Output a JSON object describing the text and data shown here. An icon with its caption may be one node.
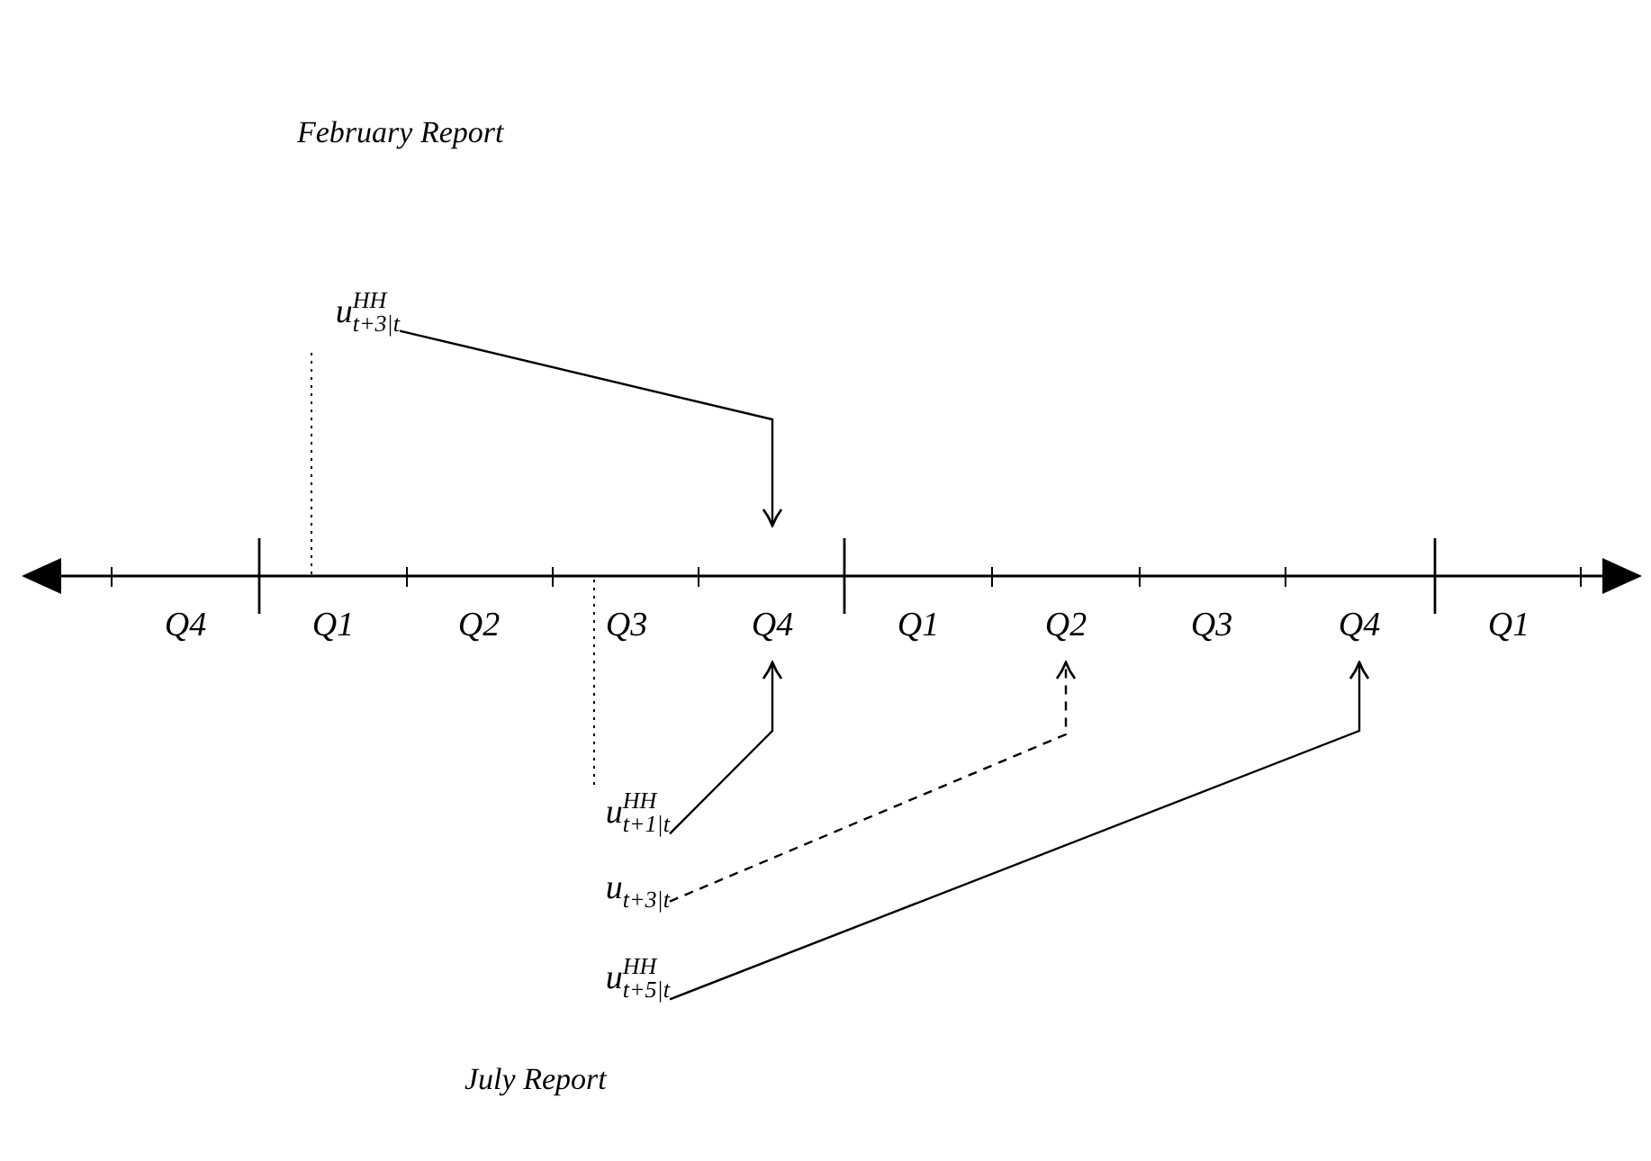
{
  "diagram": {
    "nodes": [
      {
        "text": [
          "u$^{HH}$$_{t+3|t}$"
        ]
      },
      {
        "text": [
          "Q4"
        ]
      },
      {
        "text": [
          "Q1"
        ]
      },
      {
        "text": [
          "Q2"
        ]
      },
      {
        "text": [
          "Q3"
        ]
      },
      {
        "text": [
          "Q4"
        ]
      },
      {
        "text": [
          "Q1"
        ]
      },
      {
        "text": [
          "Q2"
        ]
      },
      {
        "text": [
          "Q3"
        ]
      },
      {
        "text": [
          "Q4"
        ]
      },
      {
        "text": [
          "Q1"
        ]
      },
      {
        "text": [
          "u$^{HH}$$_{t+1|t}$"
        ]
      },
      {
        "text": [
          "u$_{t+3|t}$"
        ]
      },
      {
        "text": [
          "u$^{HH}$$_{t+5|t}$"
        ]
      }
    ],
    "edges": [
      {
        "from": 0,
        "to": 5,
        "arrow": "to"
      },
      {
        "from": 0,
        "to": 2,
        "arrow": "none",
        "style": "dashed"
      },
      {
        "from": 11,
        "to": 4,
        "arrow": "none",
        "style": "dashed"
      },
      {
        "from": 11,
        "to": 5,
        "arrow": "to"
      },
      {
        "from": 12,
        "to": 7,
        "arrow": "to",
        "style": "dashed"
      },
      {
        "from": 13,
        "to": 9,
        "arrow": "to"
      }
    ],
    "labels": [
      "February Report",
      "July Report"
    ]
  }
}
